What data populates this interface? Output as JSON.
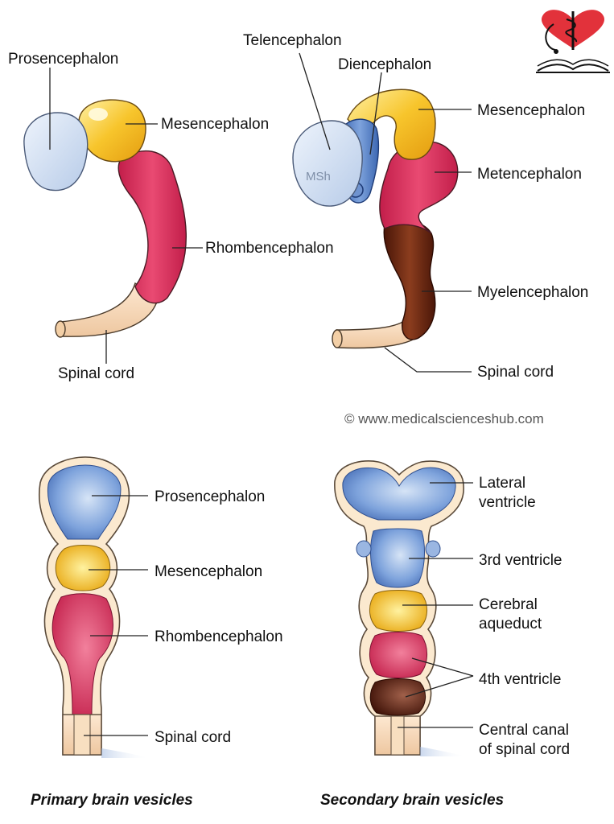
{
  "top_left": {
    "prosencephalon": "Prosencephalon",
    "mesencephalon": "Mesencephalon",
    "rhombencephalon": "Rhombencephalon",
    "spinal_cord": "Spinal cord"
  },
  "top_right": {
    "telencephalon": "Telencephalon",
    "diencephalon": "Diencephalon",
    "mesencephalon": "Mesencephalon",
    "metencephalon": "Metencephalon",
    "myelencephalon": "Myelencephalon",
    "spinal_cord": "Spinal cord",
    "msh": "MSh"
  },
  "copyright": "© www.medicalscienceshub.com",
  "bottom_left": {
    "prosencephalon": "Prosencephalon",
    "mesencephalon": "Mesencephalon",
    "rhombencephalon": "Rhombencephalon",
    "spinal_cord": "Spinal cord",
    "caption": "Primary brain vesicles"
  },
  "bottom_right": {
    "lateral_ventricle_1": "Lateral",
    "lateral_ventricle_2": "ventricle",
    "third_ventricle": "3rd ventricle",
    "cerebral_aqueduct_1": "Cerebral",
    "cerebral_aqueduct_2": "aqueduct",
    "fourth_ventricle": "4th ventricle",
    "central_canal_1": "Central canal",
    "central_canal_2": "of spinal cord",
    "caption": "Secondary brain vesicles"
  },
  "colors": {
    "forebrain_blue": "#c9daf0",
    "midbrain_yellow": "#f5c02a",
    "hindbrain_pink": "#d9335c",
    "myelencephalon_brown": "#6b2a14",
    "spinal_beige": "#f6d9bb",
    "diencephalon_blue": "#5b86c9",
    "logo_red": "#e2323b"
  }
}
